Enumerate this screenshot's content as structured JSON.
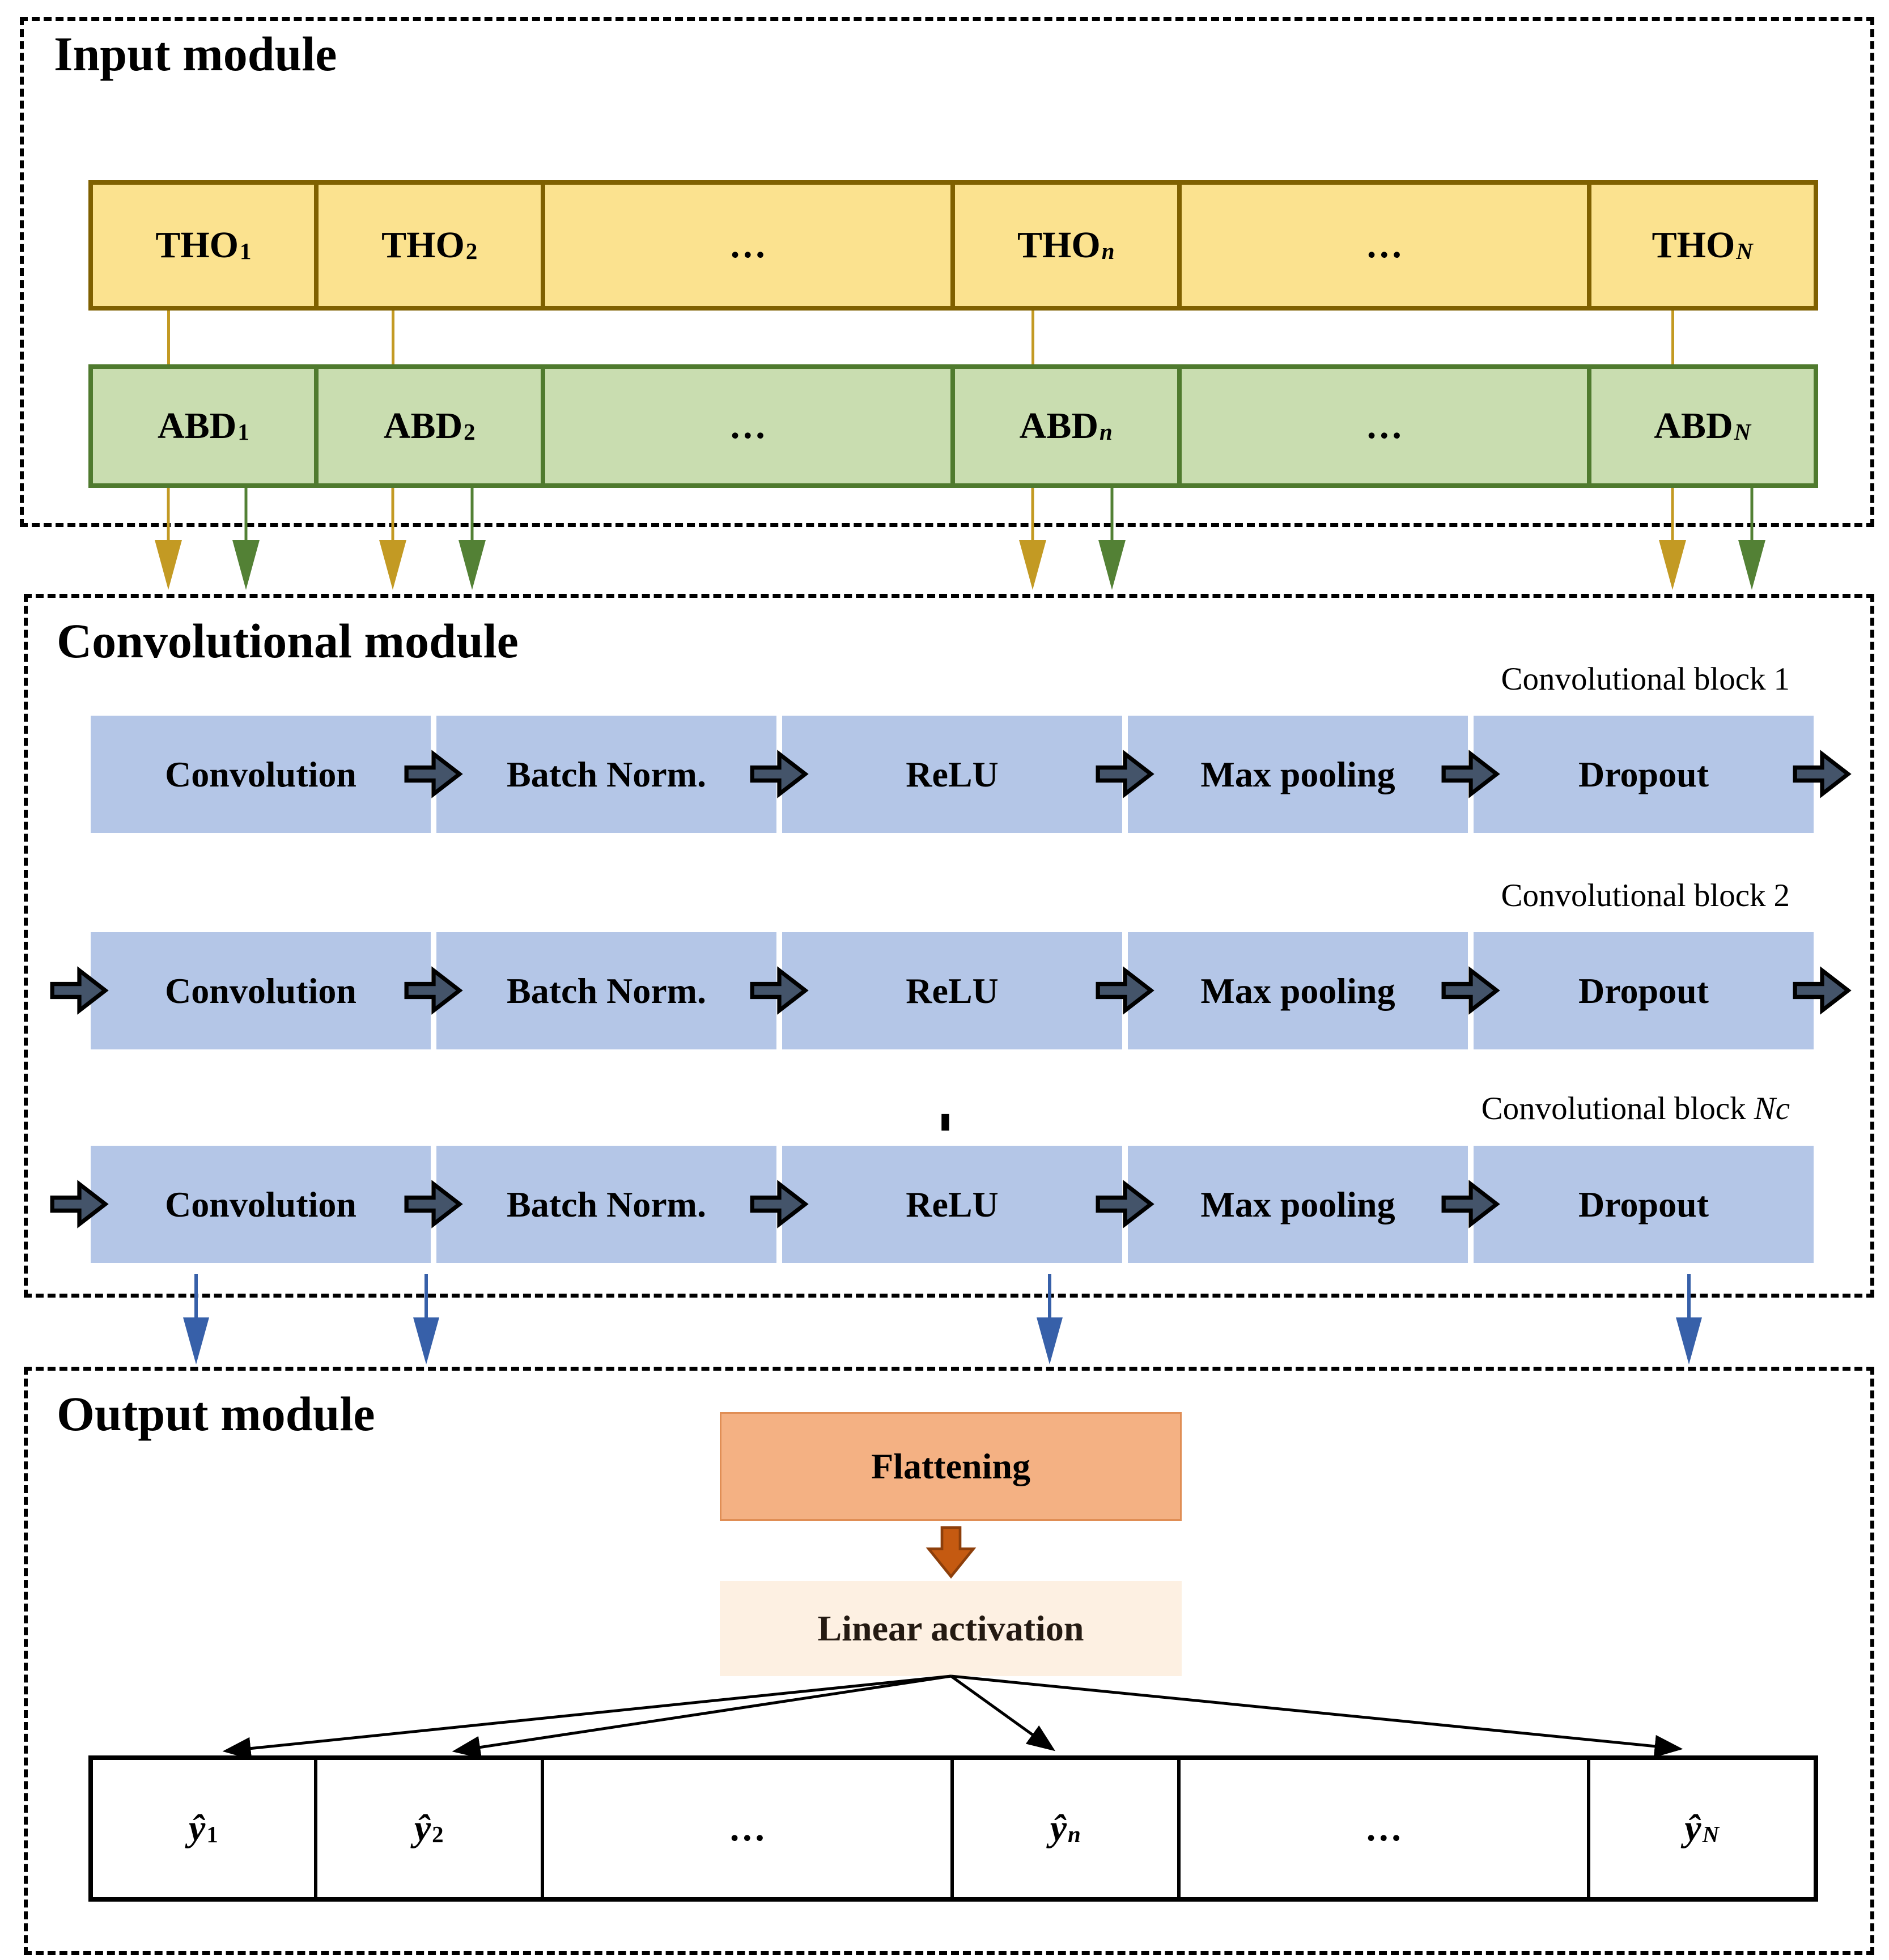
{
  "input_module": {
    "title": "Input module",
    "tho_cells": [
      {
        "base": "THO",
        "sub": "1"
      },
      {
        "base": "THO",
        "sub": "2"
      },
      {
        "base": "…",
        "sub": ""
      },
      {
        "base": "THO",
        "sub": "n"
      },
      {
        "base": "…",
        "sub": ""
      },
      {
        "base": "THO",
        "sub": "N"
      }
    ],
    "abd_cells": [
      {
        "base": "ABD",
        "sub": "1"
      },
      {
        "base": "ABD",
        "sub": "2"
      },
      {
        "base": "…",
        "sub": ""
      },
      {
        "base": "ABD",
        "sub": "n"
      },
      {
        "base": "…",
        "sub": ""
      },
      {
        "base": "ABD",
        "sub": "N"
      }
    ]
  },
  "conv_module": {
    "title": "Convolutional module",
    "block_labels": [
      {
        "prefix": "Convolutional block",
        "num": "1"
      },
      {
        "prefix": "Convolutional block",
        "num": "2"
      },
      {
        "prefix": "Convolutional block",
        "num": "Nc"
      }
    ],
    "steps": [
      "Convolution",
      "Batch Norm.",
      "ReLU",
      "Max pooling",
      "Dropout"
    ],
    "vertical_dots": "⋮"
  },
  "output_module": {
    "title": "Output module",
    "flattening_label": "Flattening",
    "linear_activation_label": "Linear activation",
    "y_cells": [
      {
        "base": "ŷ",
        "sub": "1"
      },
      {
        "base": "ŷ",
        "sub": "2"
      },
      {
        "base": "…",
        "sub": ""
      },
      {
        "base": "ŷ",
        "sub": "n"
      },
      {
        "base": "…",
        "sub": ""
      },
      {
        "base": "ŷ",
        "sub": "N"
      }
    ]
  },
  "colors": {
    "tho_fill": "#FBE28F",
    "tho_border": "#7F6000",
    "tho_connector": "#C39A23",
    "abd_fill": "#C9DDB0",
    "abd_border": "#4F7A2E",
    "abd_connector": "#538135",
    "conv_cell_fill": "#B4C6E7",
    "step_arrow_fill": "#44546A",
    "module_flow_arrow_blue": "#3760A9",
    "flattening_fill": "#F4B183",
    "flattening_arrow": "#C55A11",
    "linear_activation_fill": "#FDF0E2",
    "outline": "#000000"
  }
}
